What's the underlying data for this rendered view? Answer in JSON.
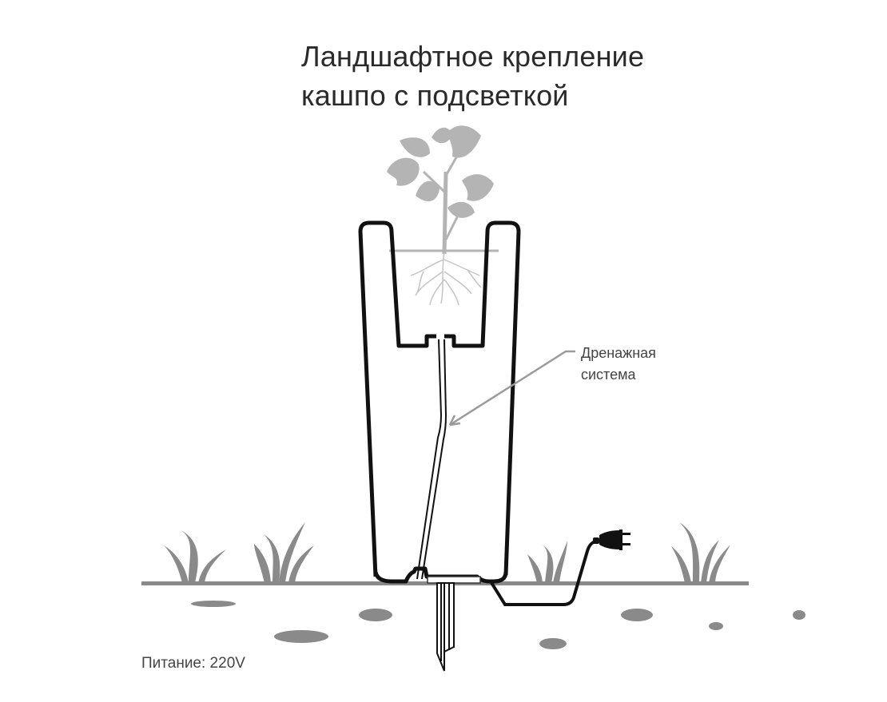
{
  "title": {
    "line1": "Ландшафтное крепление",
    "line2": "кашпо с подсветкой"
  },
  "callouts": {
    "drainage_line1": "Дренажная",
    "drainage_line2": "система"
  },
  "footer": {
    "power": "Питание: 220V"
  },
  "colors": {
    "outline": "#111111",
    "plant": "#b4b4b4",
    "ground": "#8a8a8a",
    "callout_arrow": "#9a9a9a",
    "text": "#2a2a2a"
  },
  "parts": [
    "plant",
    "planter-pot",
    "drainage-tube",
    "ground-stake",
    "power-cord",
    "power-plug",
    "grass",
    "ground-line",
    "stones"
  ]
}
